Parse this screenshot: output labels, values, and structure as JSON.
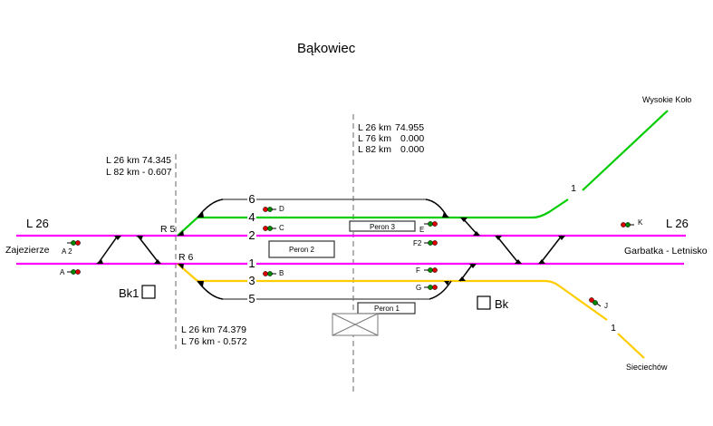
{
  "title": "Bąkowiec",
  "lines": {
    "left_line_label": "L 26",
    "right_line_label": "L 26"
  },
  "directions": {
    "left": "Zajezierze",
    "right": "Garbatka - Letnisko",
    "top_right": "Wysokie Koło",
    "bottom_right": "Sieciechów"
  },
  "km_markers": {
    "left_top": [
      "L 26 km  74.345",
      "L 82 km  - 0.607"
    ],
    "left_bottom": [
      "L 26 km  74.379",
      "L 76 km  - 0.572"
    ],
    "center": [
      {
        "line": "L 26 km",
        "value": "74.955"
      },
      {
        "line": "L 76 km",
        "value": "0.000"
      },
      {
        "line": "L 82 km",
        "value": "0.000"
      }
    ]
  },
  "tracks": [
    {
      "number": "6",
      "color": "#666666"
    },
    {
      "number": "4",
      "color": "#00cc00"
    },
    {
      "number": "2",
      "color": "#ff00ff"
    },
    {
      "number": "1",
      "color": "#ff00ff"
    },
    {
      "number": "3",
      "color": "#ffcc00"
    },
    {
      "number": "5",
      "color": "#666666"
    }
  ],
  "branch_track_labels": {
    "top_right": "1",
    "bottom_right": "1"
  },
  "switches": {
    "r5": "R 5",
    "r6": "R 6"
  },
  "platforms": {
    "p1": "Peron 1",
    "p2": "Peron 2",
    "p3": "Peron 3"
  },
  "signals": {
    "a": "A",
    "a2": "A 2",
    "b": "B",
    "c": "C",
    "d": "D",
    "e": "E",
    "f": "F",
    "f2": "F2",
    "g": "G",
    "j": "J",
    "k": "K"
  },
  "blocks": {
    "bk1": "Bk1",
    "bk": "Bk"
  },
  "colors": {
    "main_track": "#ff00ff",
    "branch_green": "#00cc00",
    "branch_yellow": "#ffcc00",
    "siding": "#666666",
    "signal_red": "#dd0000",
    "signal_green": "#008800"
  }
}
